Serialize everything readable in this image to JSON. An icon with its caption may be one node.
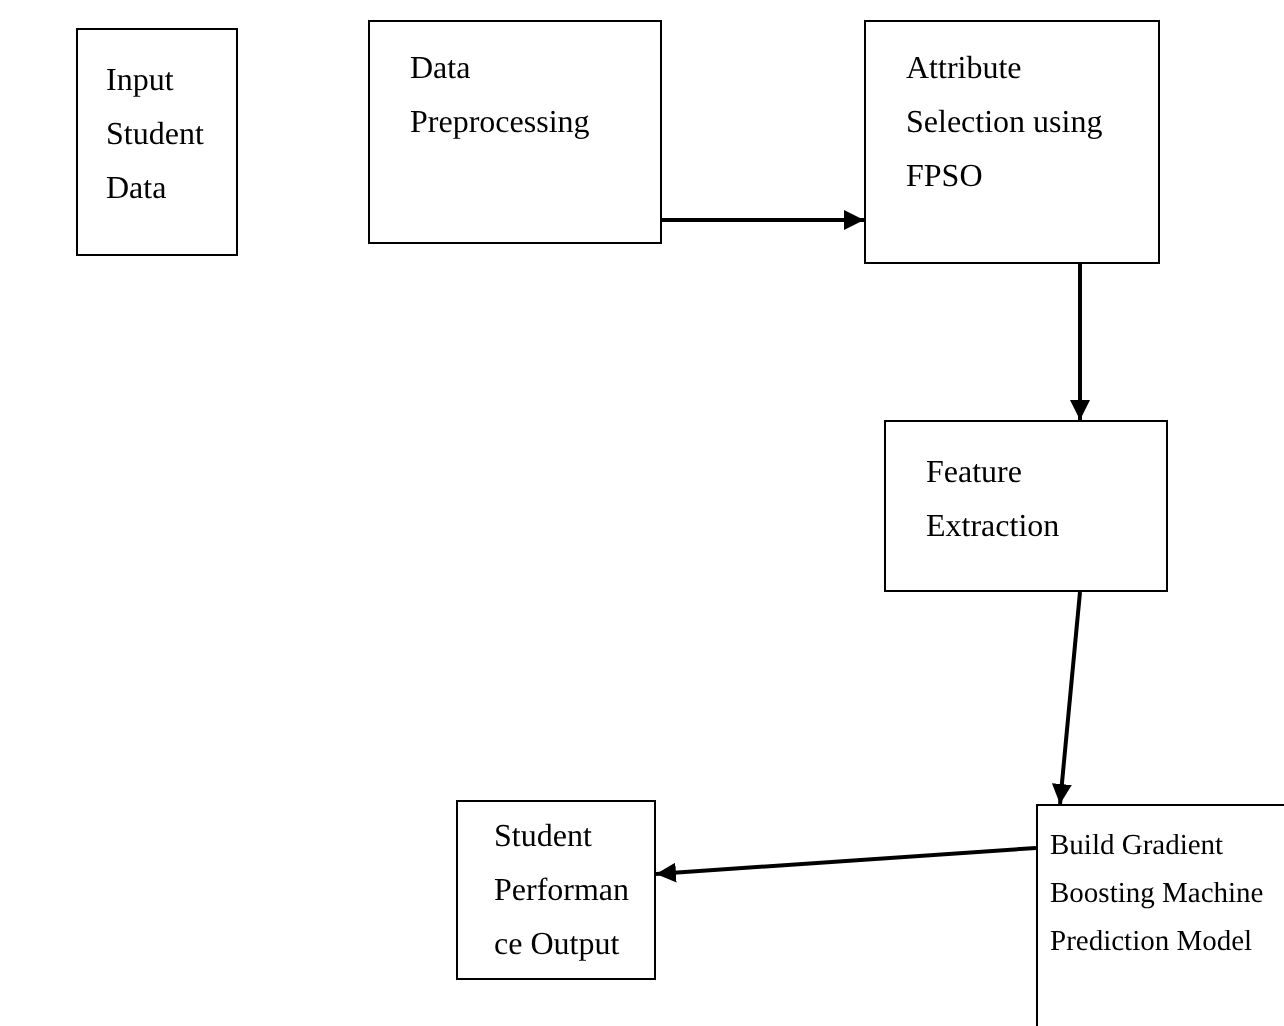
{
  "diagram": {
    "nodes": [
      {
        "text": [
          "Input Student Data"
        ]
      },
      {
        "text": [
          "Data Preprocessing"
        ]
      },
      {
        "text": [
          "Attribute Selection using FPSO"
        ]
      },
      {
        "text": [
          "Feature Extraction"
        ]
      },
      {
        "text": [
          "Build Gradient Boosting Machine Prediction Model"
        ]
      },
      {
        "text": [
          "Student Performan ce Output"
        ]
      }
    ],
    "edges": [
      {
        "from": 1,
        "to": 2,
        "arrow": "to"
      },
      {
        "from": 2,
        "to": 3,
        "arrow": "to"
      },
      {
        "from": 3,
        "to": 4,
        "arrow": "to"
      },
      {
        "from": 4,
        "to": 5,
        "arrow": "to"
      }
    ]
  }
}
